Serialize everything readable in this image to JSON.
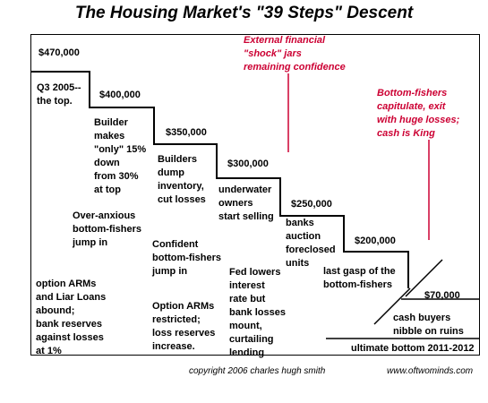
{
  "title": "The Housing Market's \"39 Steps\" Descent",
  "price_levels": [
    "$470,000",
    "$400,000",
    "$350,000",
    "$300,000",
    "$250,000",
    "$200,000",
    "$70,000"
  ],
  "notes": {
    "q3_2005": "Q3 2005--\nthe top.",
    "builder_makes": "Builder\nmakes\n\"only\" 15%\ndown\nfrom 30%\nat top",
    "builders_dump": "Builders\ndump\ninventory,\ncut losses",
    "underwater": "underwater\nowners\nstart selling",
    "banks_auction": "banks\nauction\nforeclosed\nunits",
    "over_anxious": "Over-anxious\nbottom-fishers\njump in",
    "confident": "Confident\nbottom-fishers\njump in",
    "option_arms_abound": "option ARMs\nand Liar Loans\nabound;\nbank reserves\nagainst losses\nat 1%",
    "option_arms_restricted": "Option ARMs\nrestricted;\nloss reserves\nincrease.",
    "fed_lowers": "Fed lowers\ninterest\nrate but\nbank losses\nmount,\ncurtailing\nlending",
    "last_gasp": "last gasp of the\nbottom-fishers",
    "cash_buyers": "cash buyers\nnibble on ruins",
    "ultimate_bottom": "ultimate bottom 2011-2012"
  },
  "callouts": {
    "external_shock": "External financial\n\"shock\" jars\nremaining confidence",
    "bottom_fishers_capitulate": "Bottom-fishers\ncapitulate, exit\nwith huge losses;\ncash is King"
  },
  "footer": {
    "copyright": "copyright 2006 charles hugh smith",
    "website": "www.oftwominds.com"
  },
  "colors": {
    "callout": "#cc0033",
    "line": "#000000"
  }
}
